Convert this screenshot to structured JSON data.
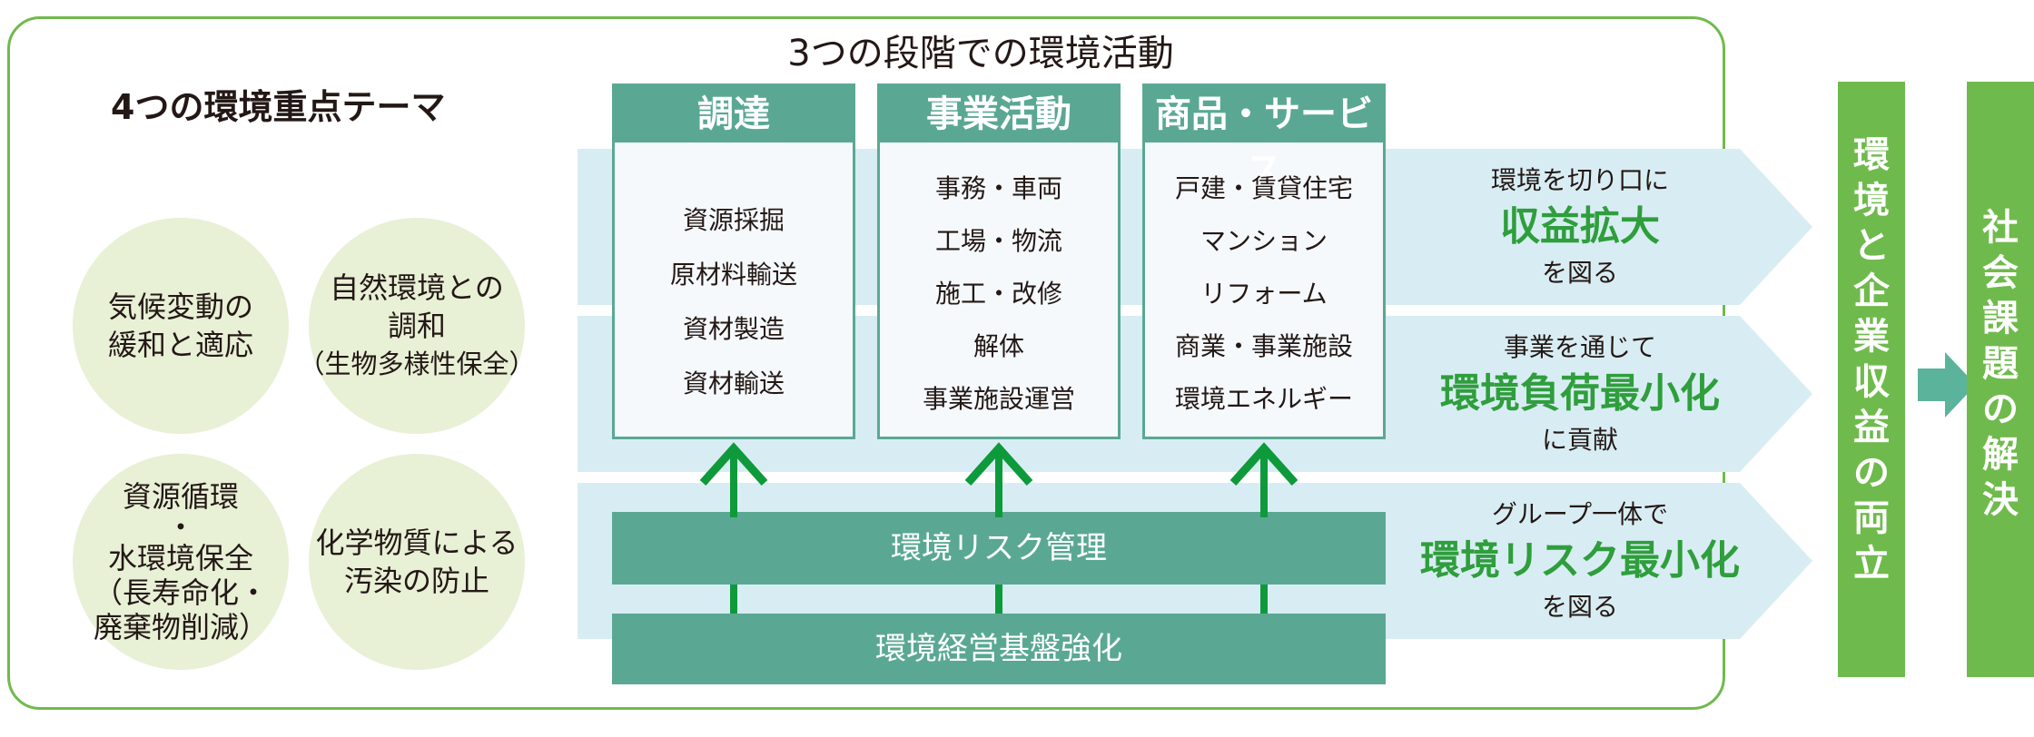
{
  "diagram": {
    "title": "3つの段階での環境活動",
    "themes": {
      "title": "4つの環境重点テーマ",
      "items": [
        {
          "lines": [
            "気候変動の",
            "緩和と適応"
          ]
        },
        {
          "lines": [
            "自然環境との",
            "調和",
            "（生物多様性保全）"
          ]
        },
        {
          "lines": [
            "資源循環",
            "・",
            "水環境保全",
            "（長寿命化・",
            "廃棄物削減）"
          ]
        },
        {
          "lines": [
            "化学物質による",
            "汚染の防止"
          ]
        }
      ]
    },
    "stages": [
      {
        "label": "調達",
        "items": [
          "資源採掘",
          "原材料輸送",
          "資材製造",
          "資材輸送"
        ]
      },
      {
        "label": "事業活動",
        "items": [
          "事務・車両",
          "工場・物流",
          "施工・改修",
          "解体",
          "事業施設運営"
        ]
      },
      {
        "label": "商品・サービス",
        "items": [
          "戸建・賃貸住宅",
          "マンション",
          "リフォーム",
          "商業・事業施設",
          "環境エネルギー"
        ]
      }
    ],
    "foundations": {
      "risk": "環境リスク管理",
      "base": "環境経営基盤強化"
    },
    "benefits": [
      {
        "pre": "環境を切り口に",
        "emphasis": "収益拡大",
        "post": "を図る"
      },
      {
        "pre": "事業を通じて",
        "emphasis": "環境負荷最小化",
        "post": "に貢献"
      },
      {
        "pre": "グループ一体で",
        "emphasis": "環境リスク最小化",
        "post": "を図る"
      }
    ],
    "outcome": [
      "環",
      "境",
      "と",
      "企",
      "業",
      "収",
      "益",
      "の",
      "両",
      "立"
    ],
    "goal": [
      "社",
      "会",
      "課",
      "題",
      "の",
      "解",
      "決"
    ],
    "colors": {
      "frame": "#6fba4c",
      "circle": "#e8f0d6",
      "band": "#d8edf3",
      "stage": "#5aa893",
      "arrow": "#0e9a3b",
      "emphasis": "#2f9e3c",
      "outcome_box": "#6fba4c",
      "connector": "#5bb39b"
    }
  }
}
